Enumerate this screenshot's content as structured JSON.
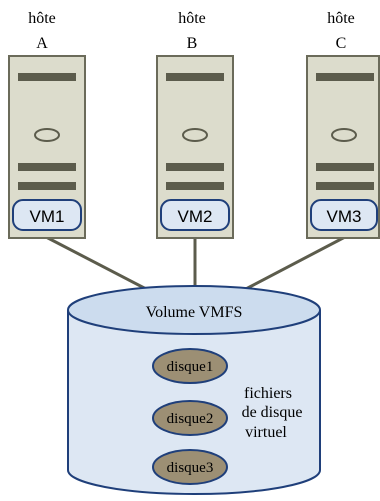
{
  "hosts": [
    {
      "label_top": "hôte",
      "label_letter": "A",
      "vm": "VM1"
    },
    {
      "label_top": "hôte",
      "label_letter": "B",
      "vm": "VM2"
    },
    {
      "label_top": "hôte",
      "label_letter": "C",
      "vm": "VM3"
    }
  ],
  "volume": {
    "label": "Volume VMFS"
  },
  "disks": [
    "disque1",
    "disque2",
    "disque3"
  ],
  "disk_caption": {
    "line1": "fichiers",
    "line2": "de disque",
    "line3": "virtuel"
  },
  "colors": {
    "server_fill": "#dcdccc",
    "server_stroke": "#6b6b5a",
    "server_bar": "#5c5c4c",
    "vm_fill": "#dde7f3",
    "vm_stroke": "#1f3f7a",
    "cylinder_fill": "#dde7f3",
    "cylinder_top": "#ccdcee",
    "cylinder_stroke": "#1f3f7a",
    "disk_fill": "#9c8f74",
    "disk_stroke": "#1f3f7a",
    "connector": "#5c5c4c"
  }
}
